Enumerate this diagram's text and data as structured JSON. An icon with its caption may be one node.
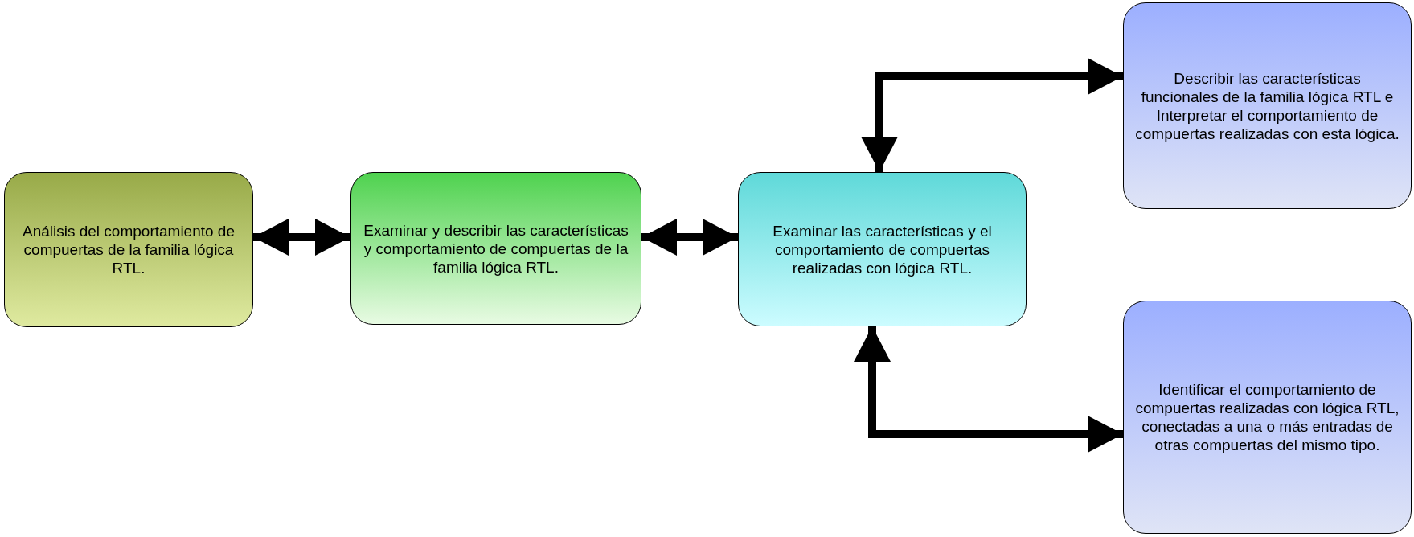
{
  "diagram": {
    "nodes": [
      {
        "text": [
          "Análisis del comportamiento de compuertas de la familia lógica RTL."
        ]
      },
      {
        "text": [
          "Examinar y describir las características y comportamiento de compuertas de la familia lógica RTL."
        ]
      },
      {
        "text": [
          "Examinar  las características y  el comportamiento de compuertas realizadas con lógica RTL."
        ]
      },
      {
        "text": [
          "Describir las características funcionales de la familia lógica RTL e Interpretar el comportamiento de compuertas realizadas con esta lógica."
        ]
      },
      {
        "text": [
          "Identificar el comportamiento de compuertas realizadas con lógica RTL, conectadas a una o más entradas de otras compuertas del mismo tipo."
        ]
      }
    ],
    "edges": [
      {
        "from": 0,
        "to": 1,
        "arrow": "both"
      },
      {
        "from": 1,
        "to": 2,
        "arrow": "both"
      },
      {
        "from": 2,
        "to": 3,
        "arrow": "both"
      },
      {
        "from": 2,
        "to": 4,
        "arrow": "both"
      }
    ]
  }
}
